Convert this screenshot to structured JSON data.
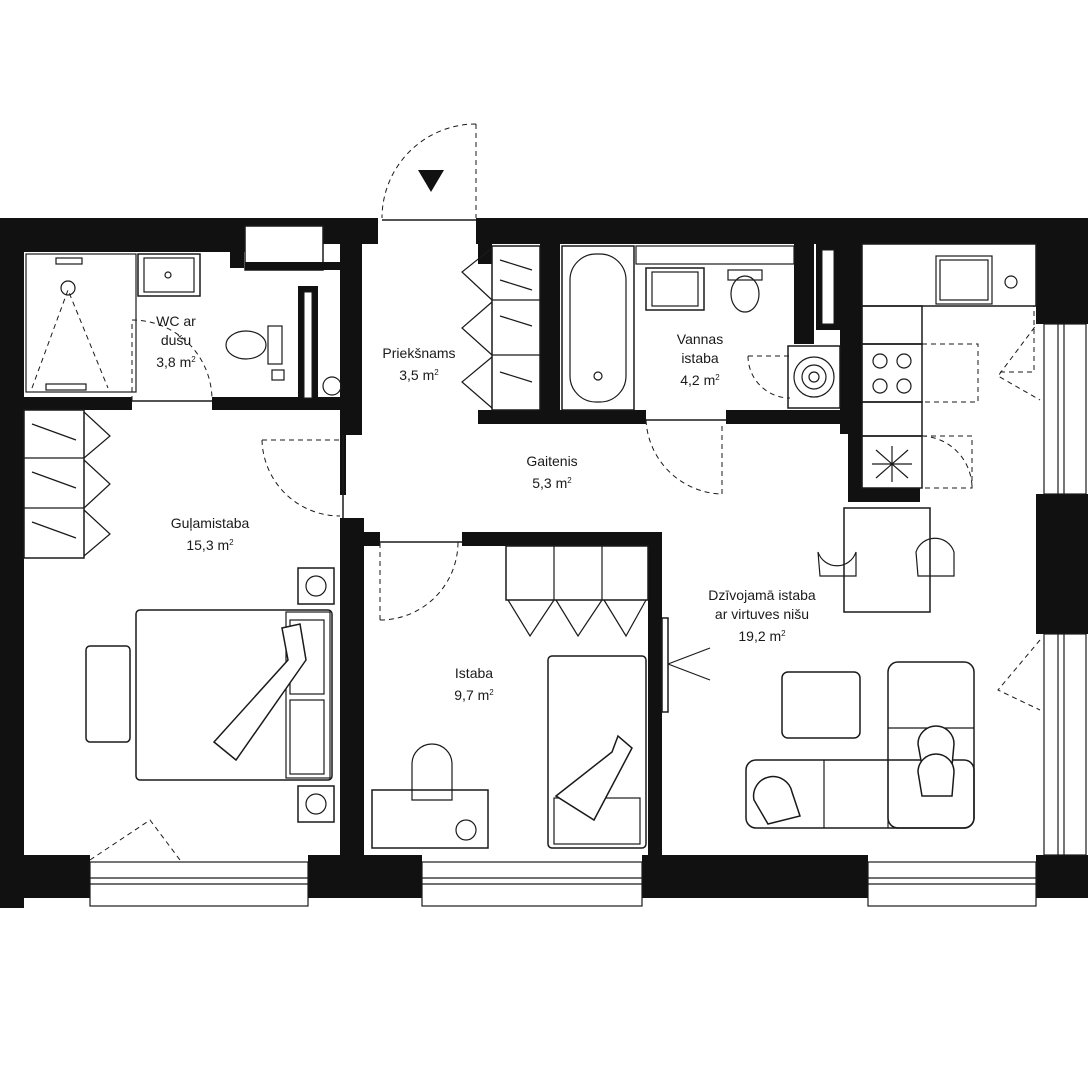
{
  "rooms": [
    {
      "id": "wc",
      "name_lines": [
        "WC ar",
        "dušu"
      ],
      "area": "3,8 m",
      "unit_sup": "2"
    },
    {
      "id": "priek",
      "name_lines": [
        "Priekšnams"
      ],
      "area": "3,5 m",
      "unit_sup": "2"
    },
    {
      "id": "vannas",
      "name_lines": [
        "Vannas",
        "istaba"
      ],
      "area": "4,2 m",
      "unit_sup": "2"
    },
    {
      "id": "gaitenis",
      "name_lines": [
        "Gaitenis"
      ],
      "area": "5,3 m",
      "unit_sup": "2"
    },
    {
      "id": "gulam",
      "name_lines": [
        "Guļamistaba"
      ],
      "area": "15,3 m",
      "unit_sup": "2"
    },
    {
      "id": "istaba",
      "name_lines": [
        "Istaba"
      ],
      "area": "9,7 m",
      "unit_sup": "2"
    },
    {
      "id": "dziv",
      "name_lines": [
        "Dzīvojamā istaba",
        "ar virtuves nišu"
      ],
      "area": "19,2 m",
      "unit_sup": "2"
    }
  ],
  "entrance_marker": "entrance-arrow",
  "colors": {
    "wall": "#111111",
    "line": "#1a1a1a",
    "background": "#ffffff"
  }
}
